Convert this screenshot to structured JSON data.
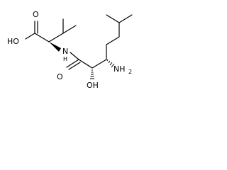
{
  "labels": {
    "hydroxyl_acid": "HO",
    "carbonyl_acid": "O",
    "amide_n": "N",
    "amide_h": "H",
    "carbonyl_amide": "O",
    "hydroxyl": "OH",
    "amine": "NH",
    "amine_sub": "2"
  },
  "colors": {
    "bond": "#000000",
    "text": "#000000",
    "background": "#ffffff"
  }
}
